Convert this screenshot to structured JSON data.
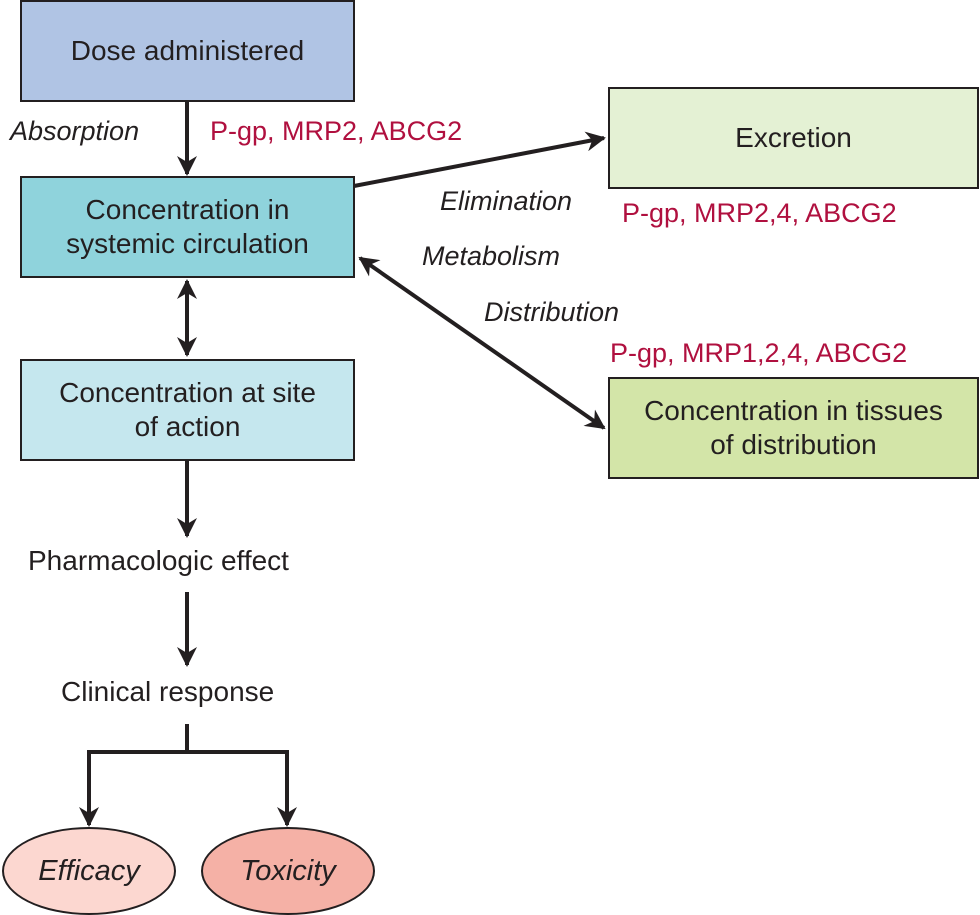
{
  "diagram": {
    "nodes": {
      "dose": "Dose administered",
      "systemic_line1": "Concentration in",
      "systemic_line2": "systemic circulation",
      "site_line1": "Concentration at site",
      "site_line2": "of action",
      "excretion": "Excretion",
      "tissues_line1": "Concentration in tissues",
      "tissues_line2": "of distribution",
      "effect": "Pharmacologic effect",
      "response": "Clinical response",
      "efficacy": "Efficacy",
      "toxicity": "Toxicity"
    },
    "process_labels": {
      "absorption": "Absorption",
      "elimination": "Elimination",
      "metabolism": "Metabolism",
      "distribution": "Distribution"
    },
    "transporters": {
      "absorption": "P-gp, MRP2, ABCG2",
      "excretion": "P-gp, MRP2,4, ABCG2",
      "distribution": "P-gp, MRP1,2,4, ABCG2"
    },
    "colors": {
      "dose": "#b0c4e4",
      "systemic": "#8fd3dc",
      "site": "#c5e7ee",
      "excretion": "#e4f1d4",
      "tissues": "#d3e5a8",
      "efficacy": "#fcd7d0",
      "toxicity": "#f5b1a6",
      "transporter_text": "#b0103f"
    }
  }
}
